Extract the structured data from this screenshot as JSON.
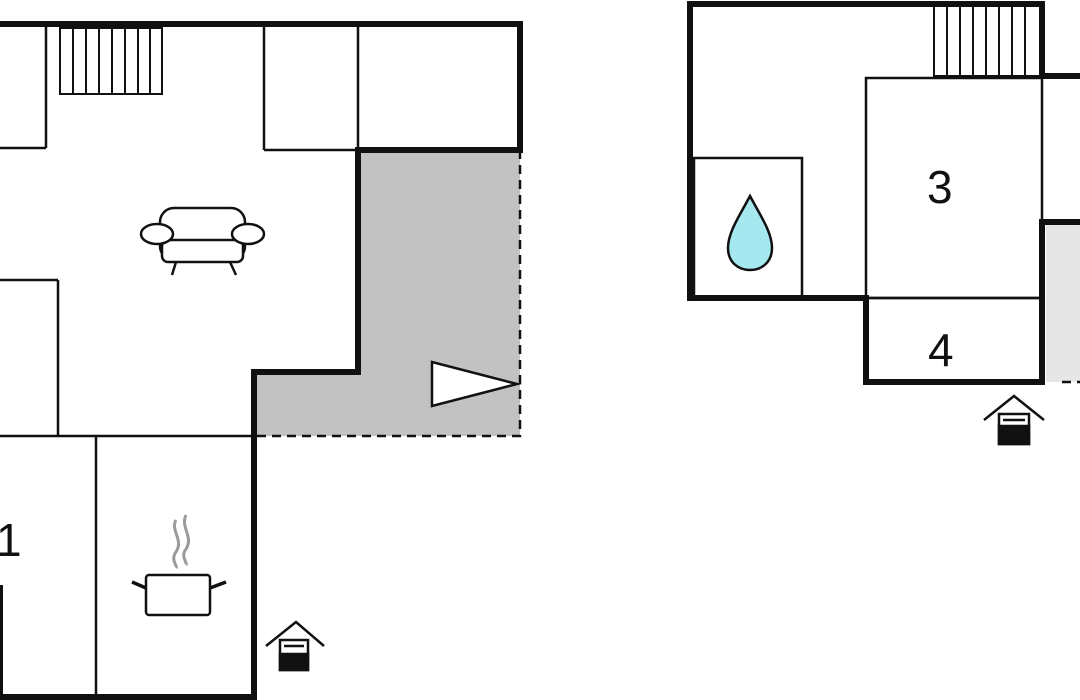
{
  "floorplan": {
    "room_labels": {
      "room1": "1",
      "room3": "3",
      "room4": "4"
    },
    "icons": [
      "sofa-icon",
      "cooking-pot-icon",
      "water-drop-icon",
      "entrance-icon",
      "staircase-icon",
      "arrow-triangle-icon"
    ],
    "colors": {
      "wall": "#111111",
      "terrace": "#c2c2c2",
      "terrace_light": "#e6e6e6",
      "water": "#a6e8f0",
      "steam": "#9a9a9a"
    }
  }
}
